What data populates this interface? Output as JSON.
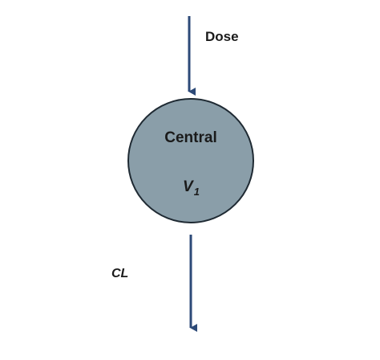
{
  "diagram": {
    "input_label": "Dose",
    "compartment": {
      "name": "Central",
      "volume_symbol": "V",
      "volume_subscript": "1"
    },
    "output_label": "CL"
  },
  "colors": {
    "compartment_fill": "#8a9ea9",
    "compartment_stroke": "#1f2a33",
    "arrow": "#2d4a78",
    "text": "#1a1a1a"
  },
  "icons": {
    "input_arrow": "arrow-down-icon",
    "output_arrow": "arrow-down-icon"
  }
}
